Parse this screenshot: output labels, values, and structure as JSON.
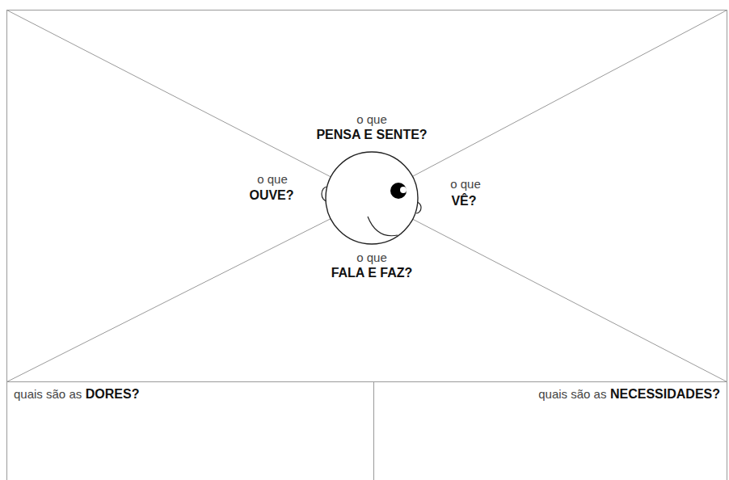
{
  "diagram": {
    "nodes": [
      {
        "text": [
          "quais são as",
          "DORES?"
        ]
      },
      {
        "text": [
          "quais são as",
          "NECESSIDADES?"
        ]
      }
    ],
    "labels": [
      "o que",
      "PENSA E SENTE?",
      "o que",
      "OUVE?",
      "o que",
      "VÊ?",
      "o que",
      "FALA E FAZ?"
    ]
  }
}
